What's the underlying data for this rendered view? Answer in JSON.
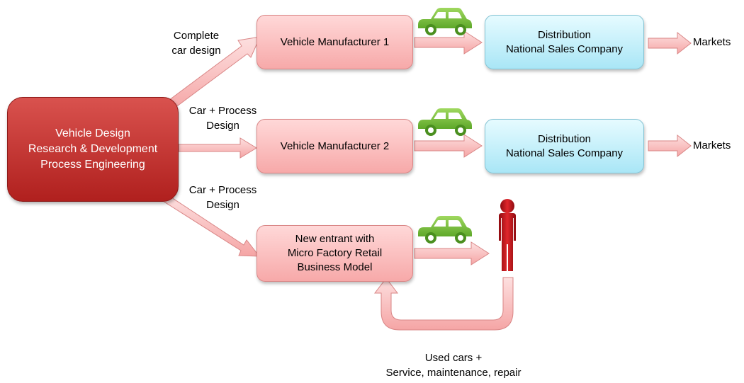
{
  "rd_box": {
    "lines": [
      "Vehicle Design",
      "Research & Development",
      "Process Engineering"
    ]
  },
  "manufacturer1": {
    "label": "Vehicle Manufacturer 1"
  },
  "manufacturer2": {
    "label": "Vehicle Manufacturer 2"
  },
  "new_entrant": {
    "lines": [
      "New entrant with",
      "Micro Factory Retail",
      "Business Model"
    ]
  },
  "distribution1": {
    "lines": [
      "Distribution",
      "National Sales Company"
    ]
  },
  "distribution2": {
    "lines": [
      "Distribution",
      "National Sales Company"
    ]
  },
  "markets": [
    "Markets",
    "Markets"
  ],
  "arrow_labels": {
    "top": [
      "Complete",
      "car design"
    ],
    "middle": [
      "Car + Process",
      "Design"
    ],
    "bottom": [
      "Car + Process",
      "Design"
    ]
  },
  "feedback_label": [
    "Used cars +",
    "Service, maintenance, repair"
  ],
  "colors": {
    "rd_fill": "#c13a37",
    "manufacturer_fill": "#fbbcbc",
    "distribution_fill": "#c3eefa",
    "arrow_fill": "#fbc3c3",
    "car_green": "#7dc242",
    "person_red": "#c0161b"
  },
  "icons": [
    "car-icon",
    "car-icon",
    "car-icon",
    "person-icon"
  ]
}
